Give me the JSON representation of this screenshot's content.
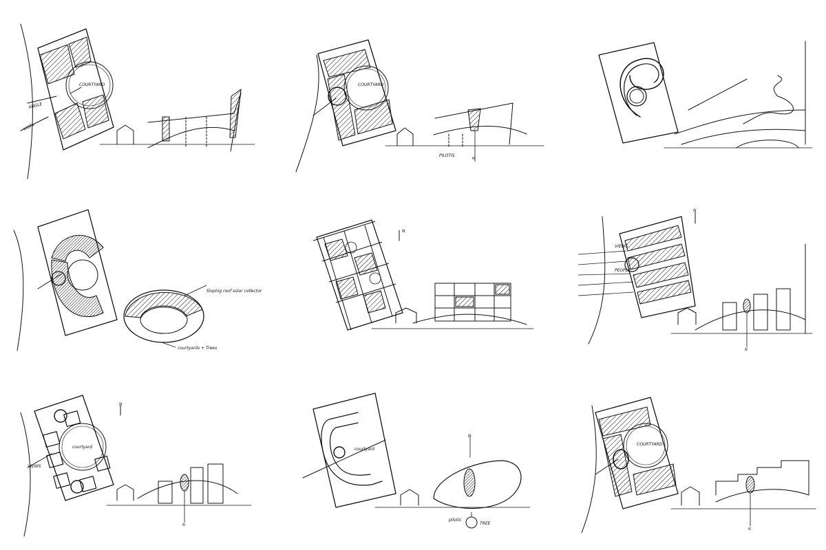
{
  "sketches": [
    {
      "id": "1",
      "plan_label": "COURTYARD",
      "side_labels": [
        "VISTA",
        "ANGLE"
      ]
    },
    {
      "id": "2",
      "plan_label": "COURTYARD",
      "section_label": "PILOTIS",
      "section_mark": "N"
    },
    {
      "id": "3"
    },
    {
      "id": "4",
      "note_top": "Sloping roof solar collector",
      "note_bottom": "courtyards + Trees"
    },
    {
      "id": "5",
      "north": "N"
    },
    {
      "id": "6",
      "north": "N",
      "side_labels": [
        "VIEWS",
        "PEOPLE"
      ],
      "section_mark": "N"
    },
    {
      "id": "7",
      "north": "N",
      "plan_label": "courtyard",
      "side_label": "VIEWS",
      "section_mark": "N"
    },
    {
      "id": "8",
      "plan_label": "courtyard",
      "north": "N",
      "section_labels": [
        "pilotis",
        "TREE"
      ]
    },
    {
      "id": "9",
      "plan_label": "COURTYARD",
      "section_mark": "N"
    }
  ]
}
